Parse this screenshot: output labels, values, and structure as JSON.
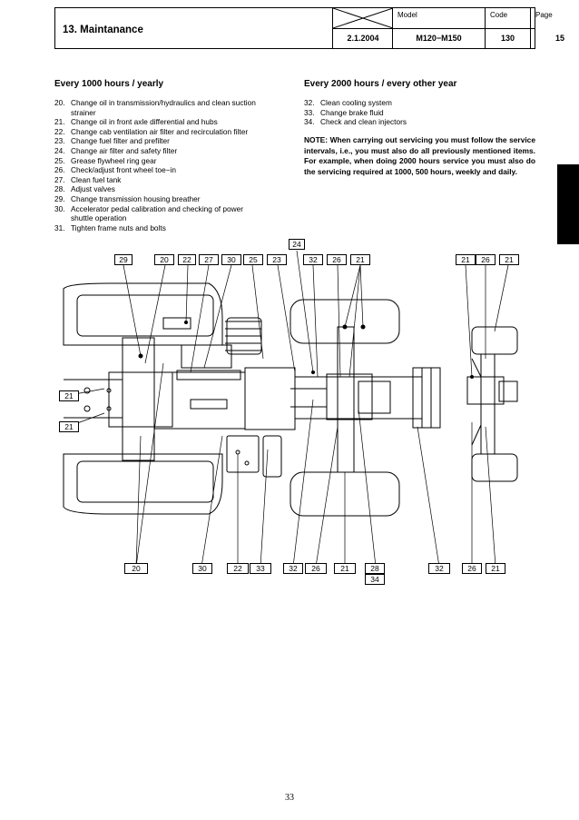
{
  "header": {
    "title": "13. Maintanance",
    "date": "2.1.2004",
    "model_label": "Model",
    "model_value": "M120−M150",
    "code_label": "Code",
    "code_value": "130",
    "page_label": "Page",
    "page_value": "15"
  },
  "left": {
    "heading": "Every 1000 hours / yearly",
    "items": [
      {
        "num": "20.",
        "text": "Change oil in transmission/hydraulics and clean suction strainer"
      },
      {
        "num": "21.",
        "text": "Change oil in front axle differential and hubs"
      },
      {
        "num": "22.",
        "text": "Change cab ventilation air filter and recirculation filter"
      },
      {
        "num": "23.",
        "text": "Change fuel filter and prefilter"
      },
      {
        "num": "24.",
        "text": "Change air filter and safety filter"
      },
      {
        "num": "25.",
        "text": "Grease flywheel ring gear"
      },
      {
        "num": "26.",
        "text": "Check/adjust front wheel toe−in"
      },
      {
        "num": "27.",
        "text": "Clean fuel tank"
      },
      {
        "num": "28.",
        "text": "Adjust valves"
      },
      {
        "num": "29.",
        "text": "Change transmission housing breather"
      },
      {
        "num": "30.",
        "text": "Accelerator pedal calibration and checking of power shuttle operation"
      },
      {
        "num": "31.",
        "text": "Tighten frame nuts and bolts"
      }
    ]
  },
  "right": {
    "heading": "Every 2000 hours / every other year",
    "items": [
      {
        "num": "32.",
        "text": "Clean cooling system"
      },
      {
        "num": "33.",
        "text": "Change brake fluid"
      },
      {
        "num": "34.",
        "text": "Check and clean injectors"
      }
    ],
    "note": "NOTE: When carrying out servicing you must follow the service intervals, i.e., you must also do all previously mentioned items. For example, when doing 2000 hours service you must also do the servicing required at 1000, 500 hours, weekly and daily."
  },
  "callouts_top": [
    "24",
    "29",
    "20",
    "22",
    "27",
    "30",
    "25",
    "23",
    "32",
    "26",
    "21",
    "21",
    "26",
    "21"
  ],
  "callouts_left": [
    "21",
    "21"
  ],
  "callouts_bottom": [
    "20",
    "30",
    "22",
    "33",
    "32",
    "26",
    "21",
    "28",
    "34",
    "32",
    "26",
    "21"
  ],
  "page_number": "33"
}
